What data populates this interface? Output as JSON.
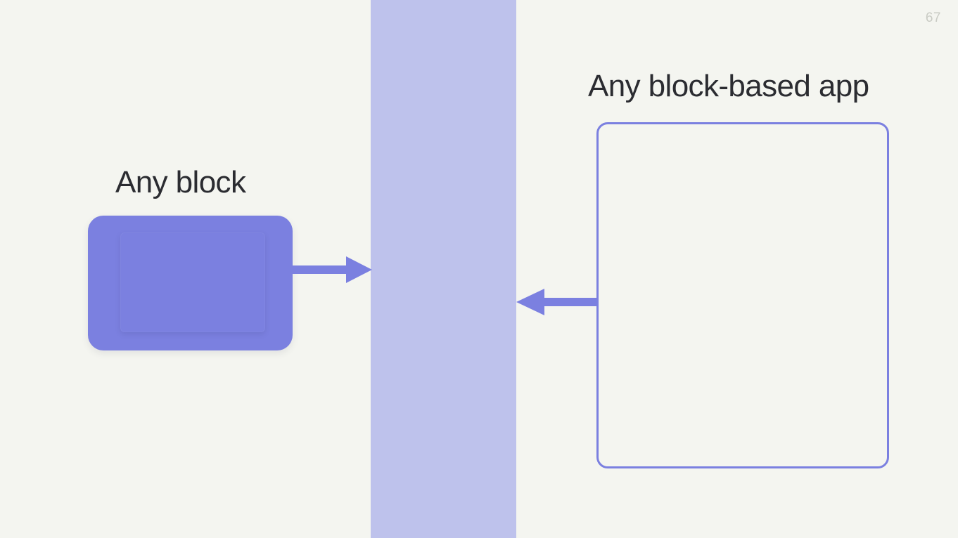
{
  "slide": {
    "page_number": "67",
    "background_color": "#f4f5f0",
    "accent_color": "#7b80e0",
    "band_color": "#bec2ec",
    "text_color": "#2b2c31",
    "page_number_color": "#c9cbc4"
  },
  "left": {
    "heading": "Any block",
    "block_label": "",
    "shape": "solid-rounded-rectangle",
    "fill": "#7b80e0"
  },
  "center": {
    "name": "vertical-band",
    "fill": "#bec2ec"
  },
  "right": {
    "heading": "Any block-based app",
    "shape": "outlined-rounded-rectangle",
    "stroke": "#7b80e0"
  },
  "arrows": [
    {
      "name": "arrow-right",
      "direction": "right",
      "from": "Any block",
      "to": "vertical-band",
      "color": "#7b80e0"
    },
    {
      "name": "arrow-left",
      "direction": "left",
      "from": "Any block-based app",
      "to": "vertical-band",
      "color": "#7b80e0"
    }
  ]
}
